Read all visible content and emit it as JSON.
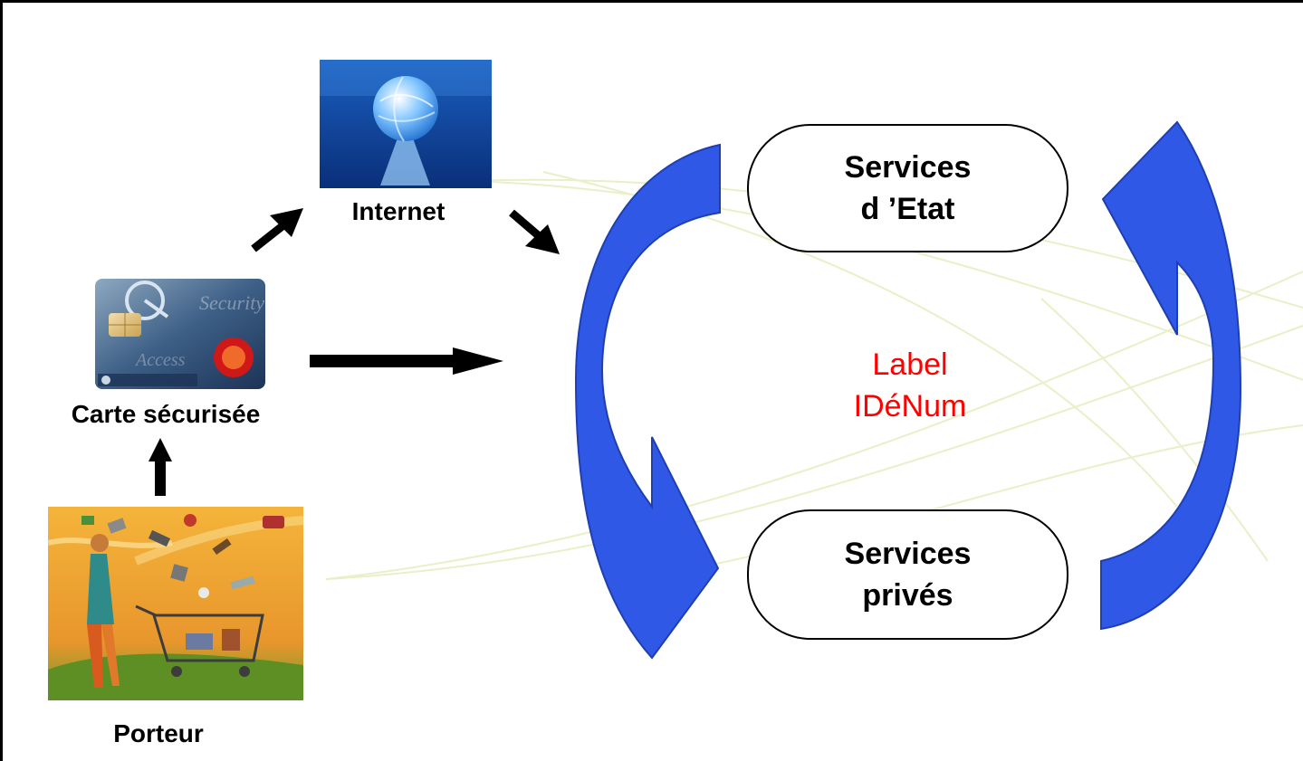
{
  "nodes": {
    "internet": {
      "label": "Internet"
    },
    "card": {
      "label": "Carte sécurisée"
    },
    "holder": {
      "label": "Porteur"
    }
  },
  "services": {
    "state": {
      "line1": "Services",
      "line2": "d ’Etat"
    },
    "private": {
      "line1": "Services",
      "line2": "privés"
    }
  },
  "center": {
    "line1": "Label",
    "line2": "IDéNum"
  },
  "colors": {
    "cycle_arrow": "#2f58e6",
    "center_text": "#ff0000",
    "background_waves": "#e8f0c8"
  },
  "icons": {
    "internet": "globe-icon",
    "card": "smart-card-icon",
    "holder": "shopper-illustration"
  }
}
